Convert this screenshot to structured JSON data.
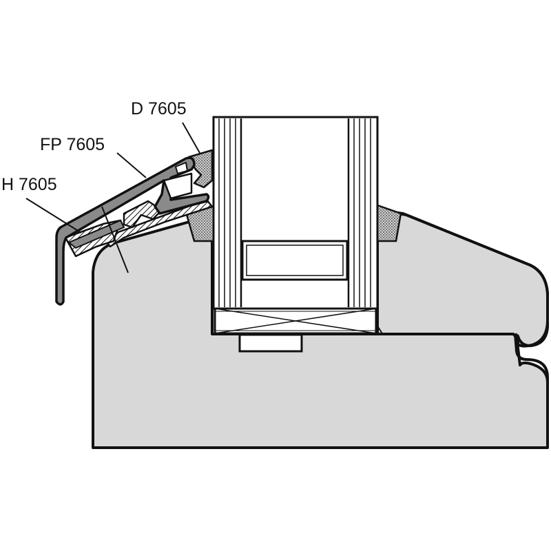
{
  "labels": {
    "d": "D 7605",
    "fp": "FP 7605",
    "h": "H 7605"
  },
  "colors": {
    "line": "#111111",
    "frame_fill": "#d8d8d8",
    "profile_fill": "#8a8a8a",
    "background": "#ffffff"
  }
}
